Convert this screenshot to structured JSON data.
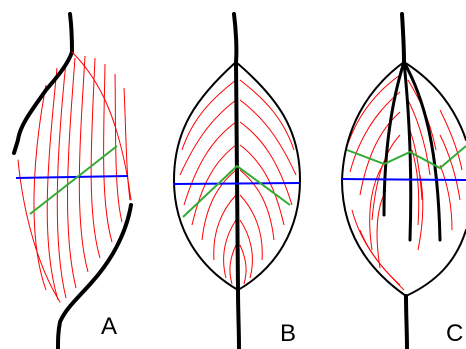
{
  "panels": [
    {
      "label": "A"
    },
    {
      "label": "B"
    },
    {
      "label": "C"
    }
  ],
  "colors": {
    "outline": "#000000",
    "fibers": "#ff0000",
    "blue_line": "#0000ff",
    "green_line": "#33aa33",
    "background": "#ffffff"
  }
}
